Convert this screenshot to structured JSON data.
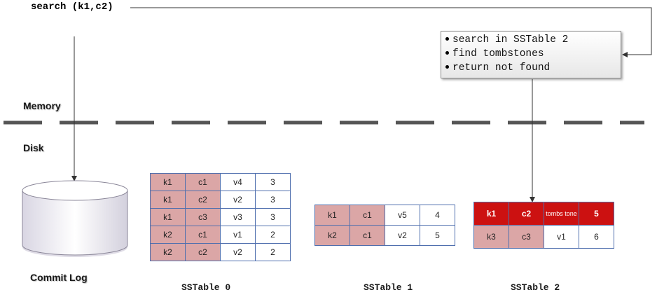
{
  "query": "search (k1,c2)",
  "note": {
    "lines": [
      "search in SSTable 2",
      "find tombstones",
      "return not found"
    ]
  },
  "labels": {
    "memory": "Memory",
    "disk": "Disk",
    "commit_log": "Commit Log"
  },
  "sstables": [
    {
      "caption": "SSTable 0",
      "rows": [
        [
          "k1",
          "c1",
          "v4",
          "3"
        ],
        [
          "k1",
          "c2",
          "v2",
          "3"
        ],
        [
          "k1",
          "c3",
          "v3",
          "3"
        ],
        [
          "k2",
          "c1",
          "v1",
          "2"
        ],
        [
          "k2",
          "c2",
          "v2",
          "2"
        ]
      ]
    },
    {
      "caption": "SSTable 1",
      "rows": [
        [
          "k1",
          "c1",
          "v5",
          "4"
        ],
        [
          "k2",
          "c1",
          "v2",
          "5"
        ]
      ]
    },
    {
      "caption": "SSTable 2",
      "rows": [
        [
          "k1",
          "c2",
          "tombs tone",
          "5"
        ],
        [
          "k3",
          "c3",
          "v1",
          "6"
        ]
      ],
      "highlight_row": 0
    }
  ],
  "colors": {
    "key_cell": "#dba6a6",
    "tombstone_row": "#cc1111",
    "table_border": "#4f6fae",
    "divider": "#555555"
  }
}
